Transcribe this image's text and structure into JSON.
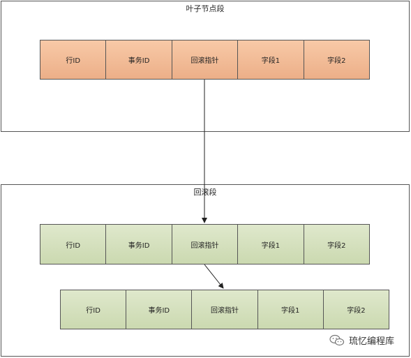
{
  "leaf_segment": {
    "title": "叶子节点段",
    "record": [
      "行ID",
      "事务ID",
      "回滚指针",
      "字段1",
      "字段2"
    ]
  },
  "undo_segment": {
    "title": "回滚段",
    "record_1": [
      "行ID",
      "事务ID",
      "回滚指针",
      "字段1",
      "字段2"
    ],
    "record_2": [
      "行ID",
      "事务ID",
      "回滚指针",
      "字段1",
      "字段2"
    ]
  },
  "watermark": {
    "text": "琉忆编程库",
    "icon": "wechat-icon"
  },
  "colors": {
    "leaf_record": "#f3bd98",
    "undo_record": "#d6e1c0",
    "border": "#555555"
  }
}
